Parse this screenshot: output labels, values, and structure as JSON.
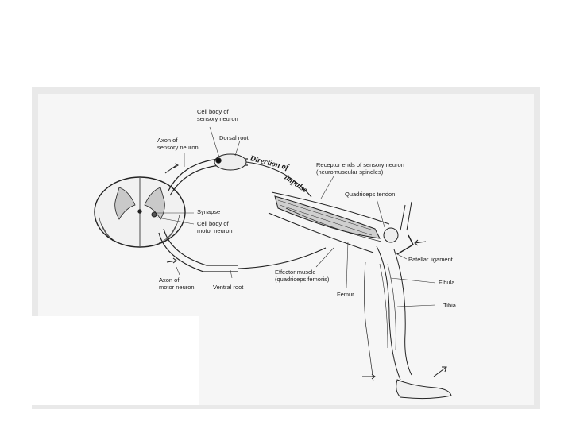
{
  "labels": {
    "cell_body_sensory": "Cell body of\nsensory neuron",
    "axon_sensory": "Axon of\nsensory neuron",
    "dorsal_root": "Dorsal root",
    "direction_of": "Direction of",
    "impulse": "impulse",
    "receptor_ends": "Receptor ends of sensory neuron\n(neuromuscular spindles)",
    "quadriceps_tendon": "Quadriceps tendon",
    "synapse": "Synapse",
    "cell_body_motor": "Cell body of\nmotor neuron",
    "patellar_ligament": "Patellar ligament",
    "effector_muscle": "Effector muscle\n(quadriceps femoris)",
    "fibula": "Fibula",
    "tibia": "Tibia",
    "femur": "Femur",
    "axon_motor": "Axon of\nmotor neuron",
    "ventral_root": "Ventral root"
  }
}
